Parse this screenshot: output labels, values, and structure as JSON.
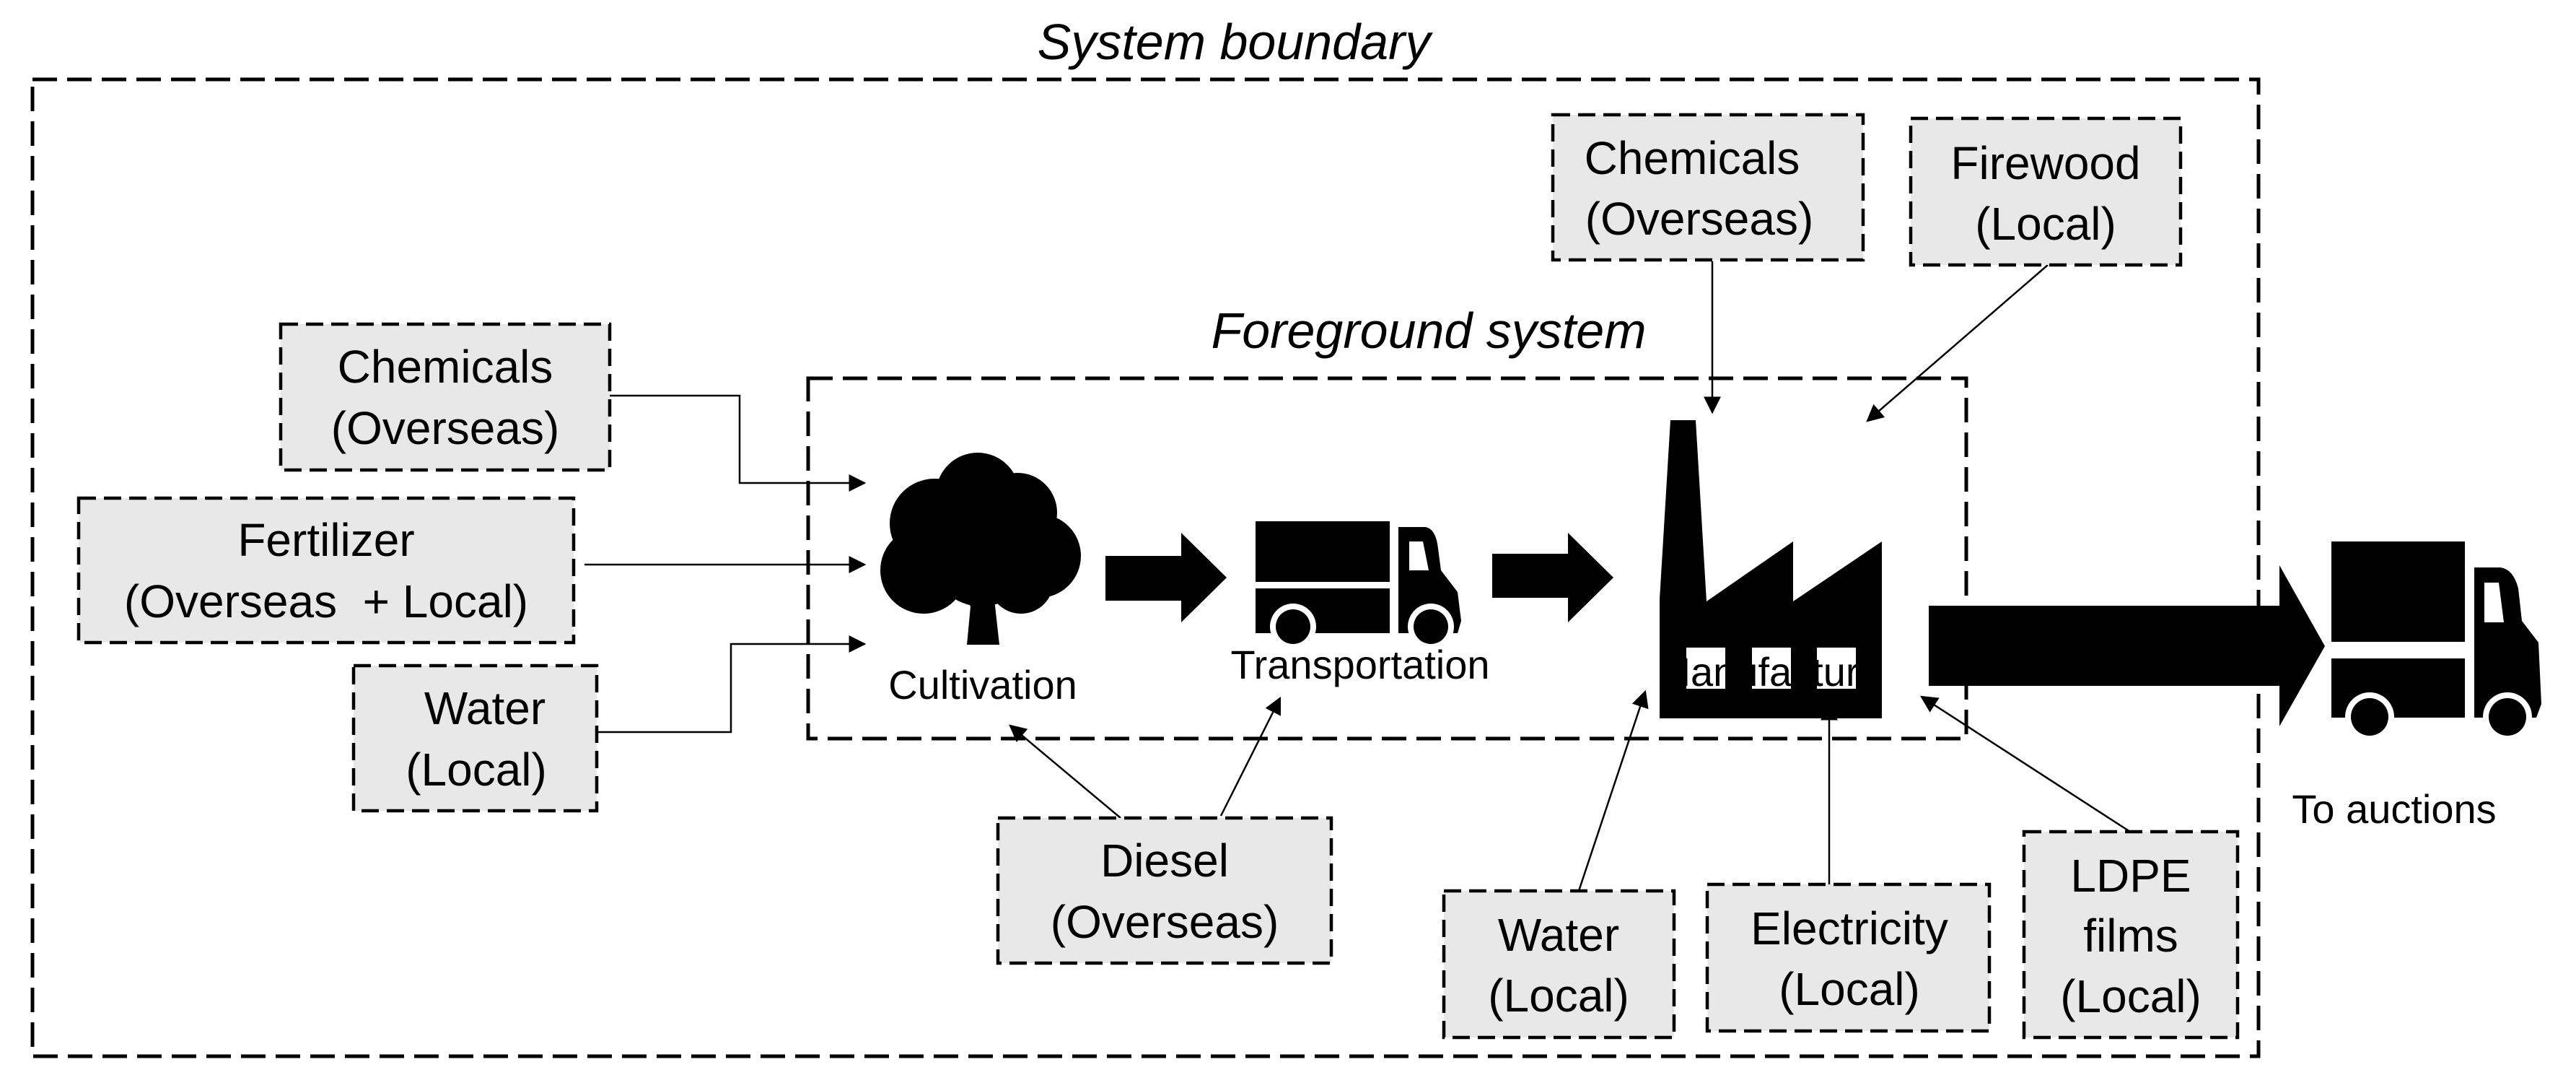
{
  "diagram": {
    "system_boundary_label": "System boundary",
    "foreground_system_label": "Foreground system",
    "processes": [
      {
        "id": "cultivation",
        "label": "Cultivation",
        "icon": "tree-icon"
      },
      {
        "id": "transportation",
        "label": "Transportation",
        "icon": "truck-icon"
      },
      {
        "id": "manufacture",
        "label": "Manufacture",
        "icon": "factory-icon"
      }
    ],
    "output": {
      "label": "To auctions",
      "icon": "truck-icon"
    },
    "inputs": [
      {
        "id": "chemicals-cultivation",
        "lines": [
          "Chemicals",
          "(Overseas)"
        ],
        "target": "cultivation"
      },
      {
        "id": "fertilizer-cultivation",
        "lines": [
          "Fertilizer",
          "(Overseas  + Local)"
        ],
        "target": "cultivation"
      },
      {
        "id": "water-cultivation",
        "lines": [
          "Water",
          "(Local)"
        ],
        "target": "cultivation"
      },
      {
        "id": "diesel",
        "lines": [
          "Diesel",
          "(Overseas)"
        ],
        "target": "cultivation + transportation"
      },
      {
        "id": "chemicals-manufacture",
        "lines": [
          "Chemicals",
          "(Overseas)"
        ],
        "target": "manufacture"
      },
      {
        "id": "firewood-manufacture",
        "lines": [
          "Firewood",
          "(Local)"
        ],
        "target": "manufacture"
      },
      {
        "id": "water-manufacture",
        "lines": [
          "Water",
          "(Local)"
        ],
        "target": "manufacture"
      },
      {
        "id": "electricity-manufacture",
        "lines": [
          "Electricity",
          "(Local)"
        ],
        "target": "manufacture"
      },
      {
        "id": "ldpe-manufacture",
        "lines": [
          "LDPE",
          "films",
          "(Local)"
        ],
        "target": "manufacture"
      }
    ],
    "colors": {
      "input_box_fill": "#e8e8e8",
      "icon": "#000000"
    }
  }
}
